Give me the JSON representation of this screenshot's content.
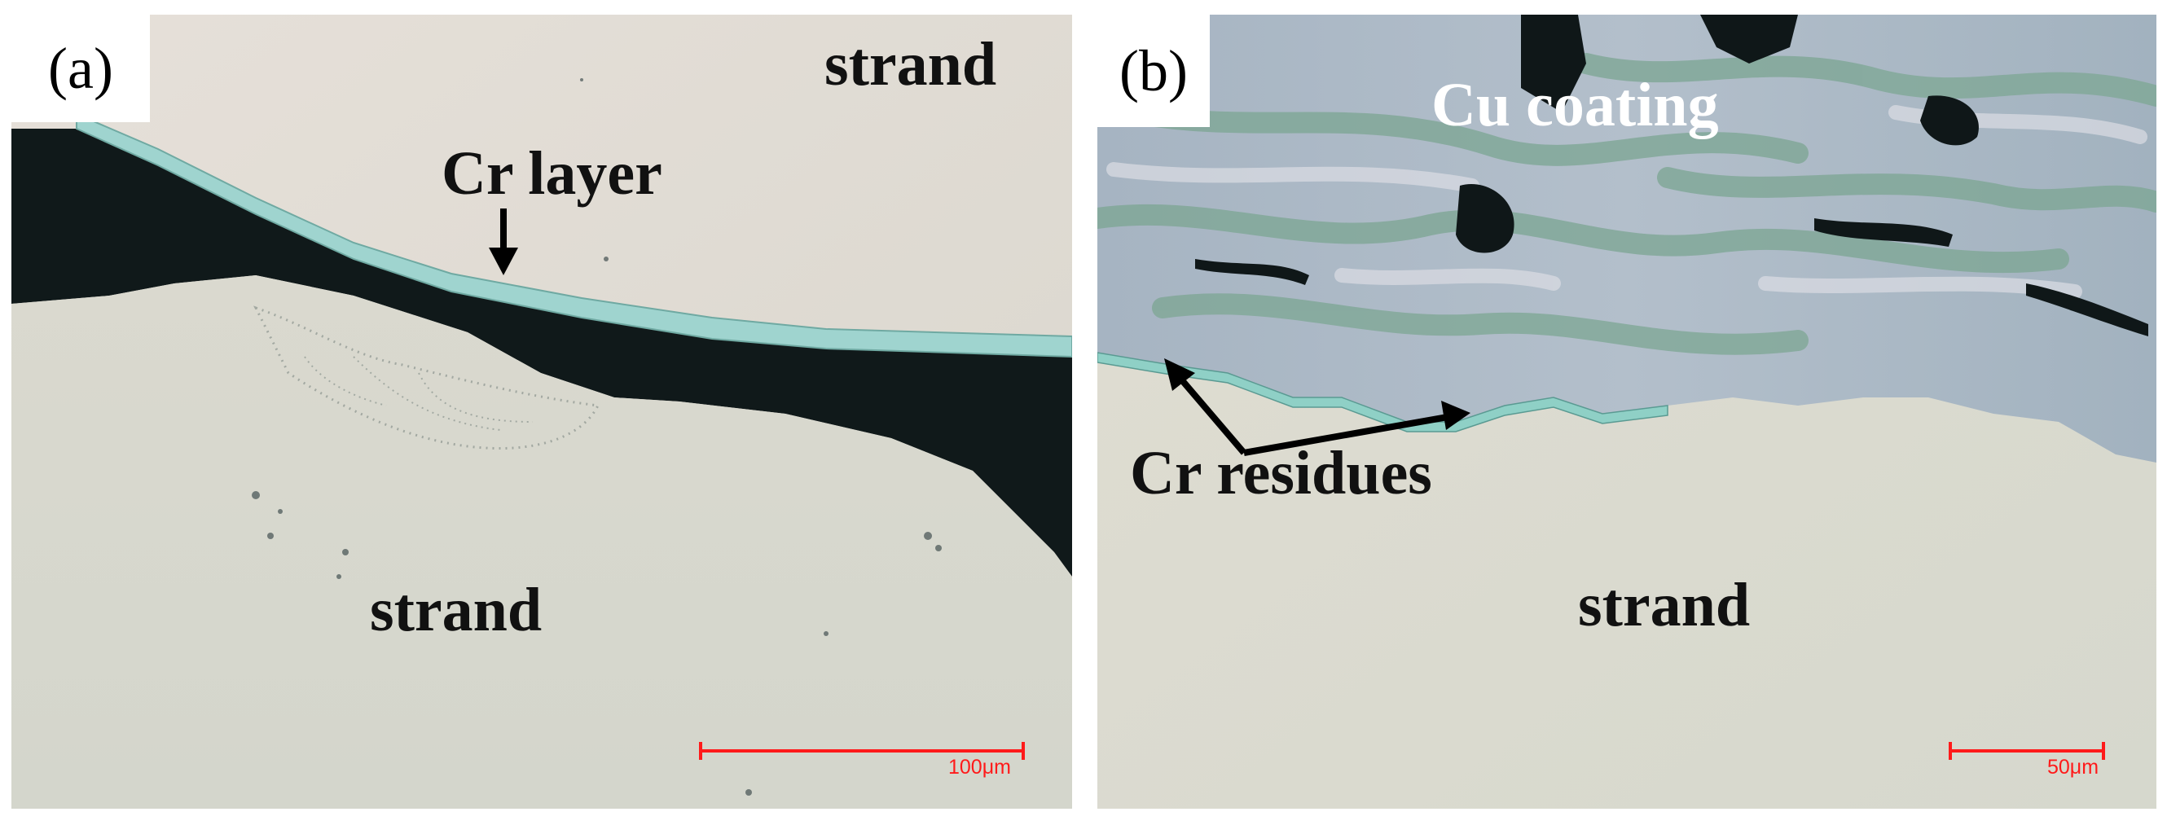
{
  "panels": [
    {
      "tag": "(a)",
      "labels": {
        "strand_top": "strand",
        "cr_layer": "Cr layer",
        "strand_bottom": "strand"
      },
      "scale": "100μm"
    },
    {
      "tag": "(b)",
      "labels": {
        "cu_coating": "Cu coating",
        "cr_residues": "Cr residues",
        "strand": "strand"
      },
      "scale": "50μm"
    }
  ],
  "colors": {
    "strand": "#e2ddd6",
    "cr_layer": "#9fd4cf",
    "gap": "#10191a",
    "cu_coating": "#a8b8c4",
    "cu_green": "#7fa796",
    "scale": "#ff1a1a",
    "arrows": "#000000"
  }
}
